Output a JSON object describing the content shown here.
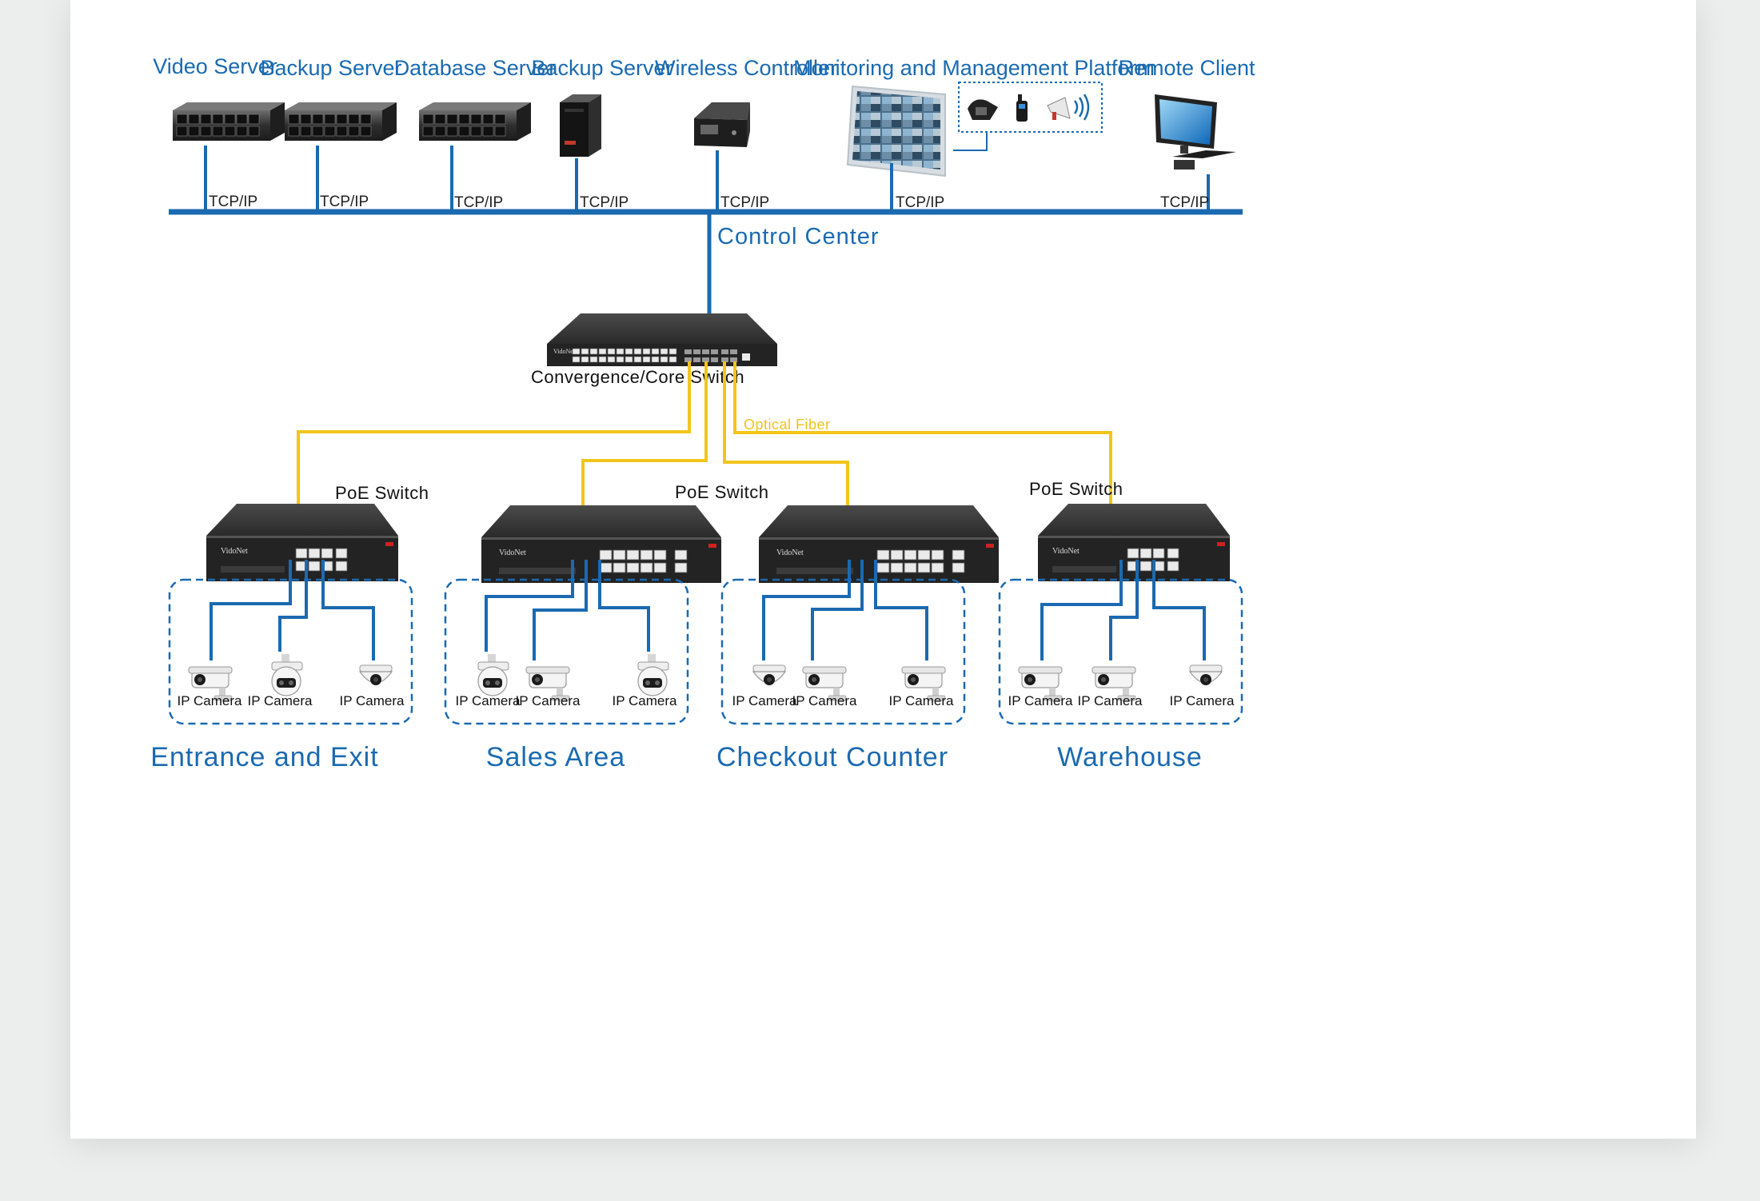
{
  "servers": [
    {
      "label": "Video Server",
      "protocol": "TCP/IP",
      "icon": "rack-server-icon"
    },
    {
      "label": "Backup Server",
      "protocol": "TCP/IP",
      "icon": "rack-server-icon"
    },
    {
      "label": "Database Server",
      "protocol": "TCP/IP",
      "icon": "rack-server-icon"
    },
    {
      "label": "Backup Server",
      "protocol": "TCP/IP",
      "icon": "tower-server-icon"
    },
    {
      "label": "Wireless Controller",
      "protocol": "TCP/IP",
      "icon": "wireless-controller-icon"
    },
    {
      "label": "Monitoring and Management Platform",
      "protocol": "TCP/IP",
      "icon": "video-wall-icon"
    },
    {
      "label": "Remote Client",
      "protocol": "TCP/IP",
      "icon": "desktop-computer-icon"
    }
  ],
  "control_center": "Control Center",
  "core_switch": "Convergence/Core Switch",
  "optical_fiber": "Optical Fiber",
  "poe_switch_labels": [
    "PoE Switch",
    "PoE Switch",
    "PoE Switch"
  ],
  "areas": [
    {
      "name": "Entrance and Exit",
      "cameras": [
        "IP Camera",
        "IP Camera",
        "IP Camera"
      ],
      "camera_types": [
        "bullet",
        "ptz",
        "dome"
      ]
    },
    {
      "name": "Sales Area",
      "cameras": [
        "IP Camera",
        "IP Camera",
        "IP Camera"
      ],
      "camera_types": [
        "ptz",
        "bullet",
        "ptz"
      ]
    },
    {
      "name": "Checkout Counter",
      "cameras": [
        "IP Camera",
        "IP Camera",
        "IP Camera"
      ],
      "camera_types": [
        "dome",
        "bullet",
        "bullet"
      ]
    },
    {
      "name": "Warehouse",
      "cameras": [
        "IP Camera",
        "IP Camera",
        "IP Camera"
      ],
      "camera_types": [
        "bullet",
        "bullet",
        "dome"
      ]
    }
  ],
  "colors": {
    "network_blue": "#1a6ab1",
    "fiber_yellow": "#f2c51a",
    "background": "#eceeee"
  }
}
